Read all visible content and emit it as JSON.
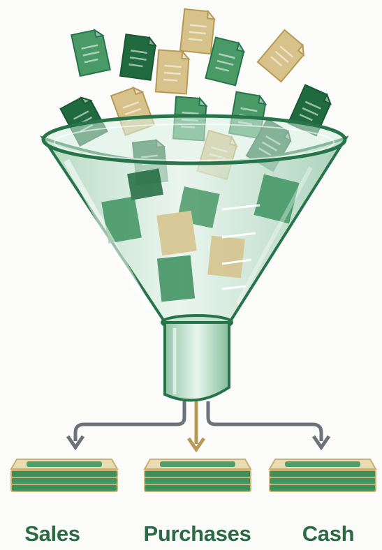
{
  "colors": {
    "document_green": "#4a9a68",
    "document_dark_green": "#1f6a3e",
    "document_tan": "#d6c28a",
    "funnel_glass": "#bfe0cc",
    "funnel_outline": "#27744a",
    "arrow_gray": "#6d7278",
    "arrow_tan": "#b79a55",
    "money_green": "#3f9461",
    "money_edge": "#c9b06e",
    "label_green": "#2b6a45"
  },
  "icons": [
    "document-icon",
    "funnel-icon",
    "money-stack-icon",
    "arrow-icon"
  ],
  "outputs": [
    {
      "label": "Sales"
    },
    {
      "label": "Purchases"
    },
    {
      "label": "Cash"
    }
  ]
}
